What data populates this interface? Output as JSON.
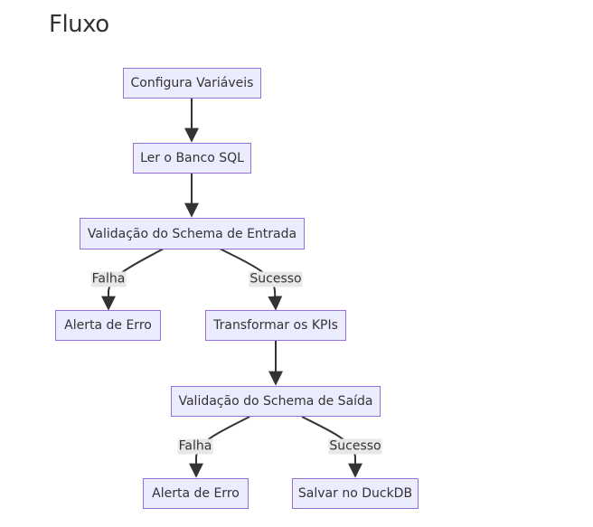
{
  "title": "Fluxo",
  "nodes": {
    "config": "Configura Variáveis",
    "ler": "Ler o Banco SQL",
    "val_entrada": "Validação do Schema de Entrada",
    "alerta1": "Alerta de Erro",
    "transformar": "Transformar os KPIs",
    "val_saida": "Validação do Schema de Saída",
    "alerta2": "Alerta de Erro",
    "salvar": "Salvar no DuckDB"
  },
  "edges": {
    "falha1": "Falha",
    "sucesso1": "Sucesso",
    "falha2": "Falha",
    "sucesso2": "Sucesso"
  },
  "colors": {
    "node_fill": "#ECECFF",
    "node_border": "#9370DB",
    "edge": "#333333",
    "edge_label_bg": "#e8e8e8"
  }
}
